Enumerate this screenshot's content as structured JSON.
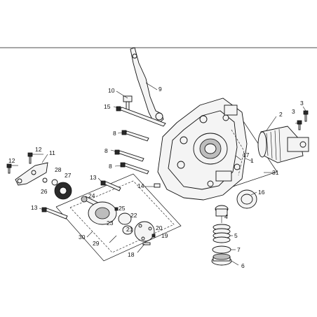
{
  "diagram": {
    "callouts": {
      "c1": "1",
      "c2": "2",
      "c3a": "3",
      "c3b": "3",
      "c4": "4",
      "c5": "5",
      "c6": "6",
      "c7": "7",
      "c8a": "8",
      "c8b": "8",
      "c8c": "8",
      "c9": "9",
      "c10": "10",
      "c11": "11",
      "c12a": "12",
      "c12b": "12",
      "c13a": "13",
      "c13b": "13",
      "c14": "14",
      "c15": "15",
      "c16": "16",
      "c17": "17",
      "c18": "18",
      "c19": "19",
      "c20": "20",
      "c21": "21",
      "c22": "22",
      "c23": "23",
      "c24": "24",
      "c25": "25",
      "c26": "26",
      "c27": "27",
      "c28": "28",
      "c29": "29",
      "c30": "30",
      "c31": "31"
    }
  }
}
